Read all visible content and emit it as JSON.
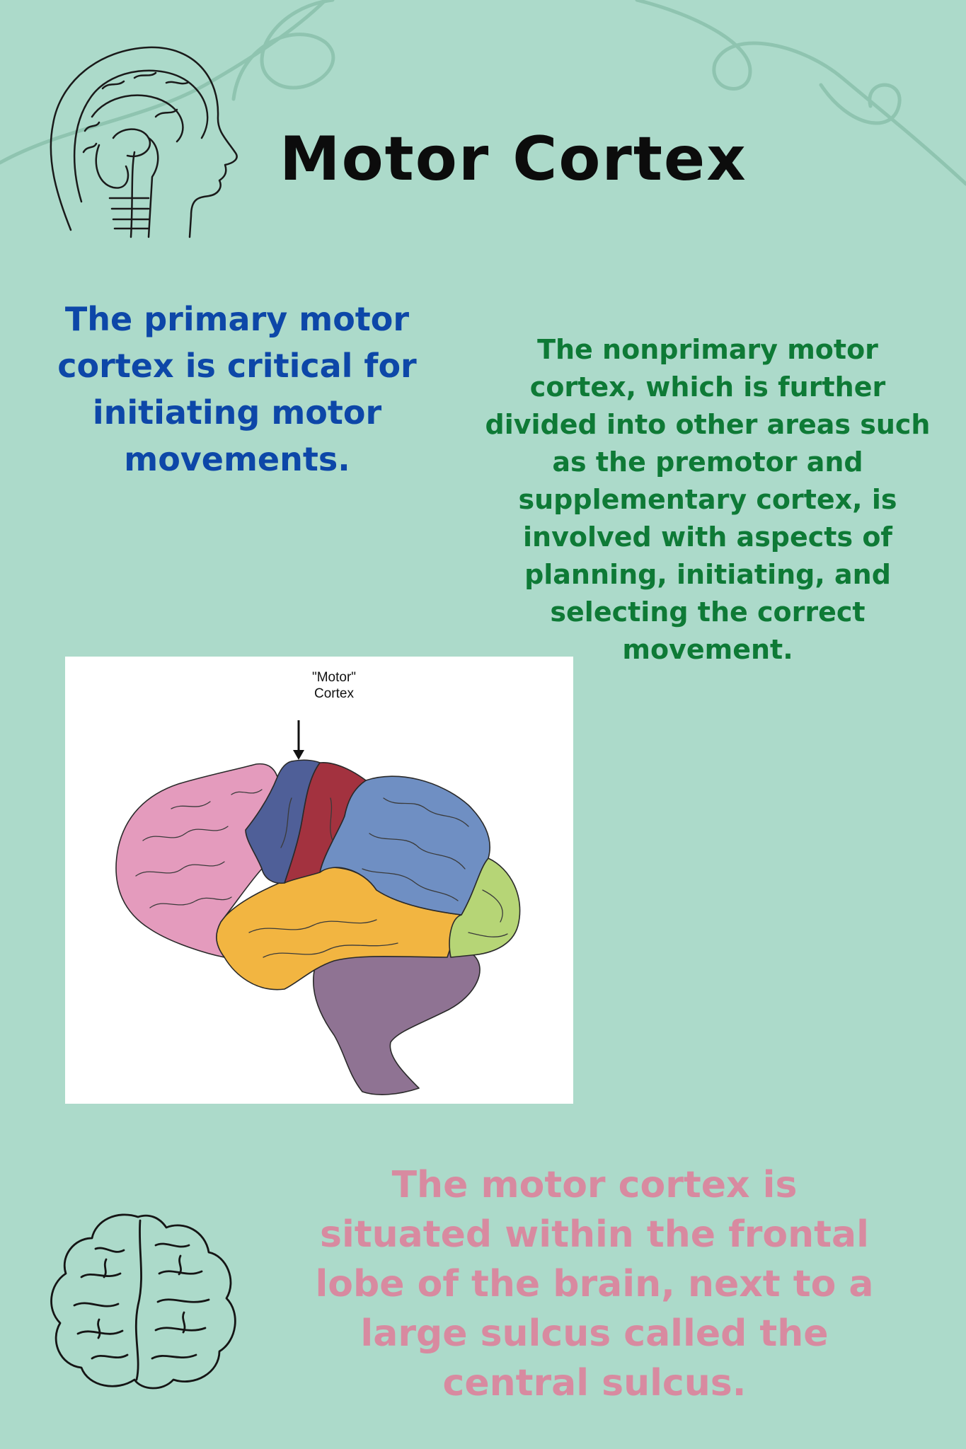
{
  "title": "Motor Cortex",
  "primary_text": "The primary motor cortex is critical for initiating motor movements.",
  "nonprimary_text": "The nonprimary motor cortex, which is further divided into other areas such as the premotor and supplementary cortex, is involved with aspects of planning, initiating, and selecting the correct movement.",
  "situated_text": "The motor cortex is situated within the frontal lobe of the brain, next to a large sulcus called the central sulcus.",
  "diagram": {
    "label_line1": "\"Motor\"",
    "label_line2": "Cortex"
  },
  "colors": {
    "background": "#acdaca",
    "title": "#0c0c0c",
    "primary_text": "#0d47a8",
    "nonprimary_text": "#0e7a36",
    "situated_text": "#d88aa0",
    "frontal_lobe": "#e49bbd",
    "motor_cortex": "#4f5f98",
    "somatosensory": "#a3323f",
    "parietal_lobe": "#6f8fc3",
    "occipital_lobe": "#b6d576",
    "temporal_lobe": "#f2b541",
    "brainstem_cerebellum": "#8f7393"
  },
  "icons": [
    "head-anatomy-icon",
    "brain-outline-icon"
  ]
}
